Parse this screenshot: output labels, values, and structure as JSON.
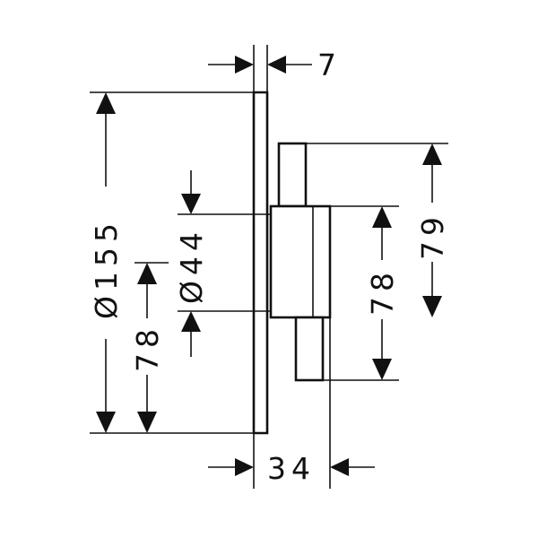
{
  "dimensions": {
    "panel_thickness": "7",
    "panel_diameter": "Ø155",
    "hub_diameter": "Ø44",
    "left_offset": "78",
    "right_height": "78",
    "top_height": "79",
    "depth": "34"
  }
}
